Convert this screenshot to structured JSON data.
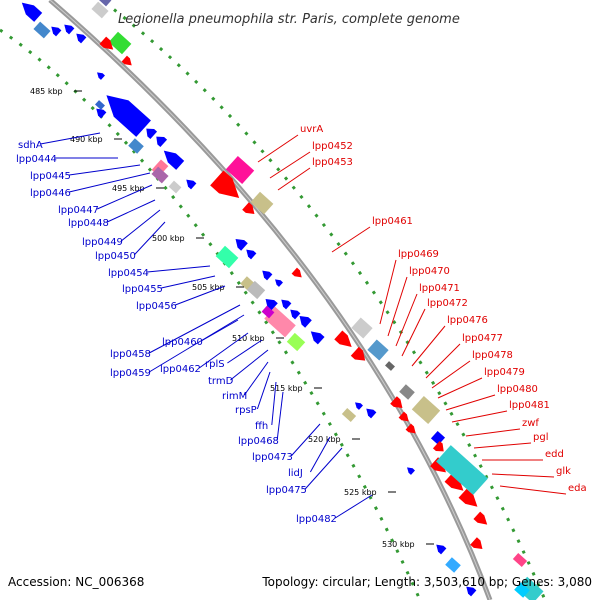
{
  "header": {
    "title": "Legionella pneumophila str. Paris, complete genome"
  },
  "footer": {
    "accession": "Accession: NC_006368",
    "summary": "Topology: circular; Length: 3,503,610 bp; Genes: 3,080"
  },
  "colors": {
    "left_strand_label": "#0000cc",
    "right_strand_label": "#e00000",
    "backbone": "#9a9a9a",
    "tick": "#339933"
  },
  "scale_ticks": [
    "485 kbp",
    "490 kbp",
    "495 kbp",
    "500 kbp",
    "505 kbp",
    "510 kbp",
    "515 kbp",
    "520 kbp",
    "525 kbp",
    "530 kbp"
  ],
  "left_labels": [
    "sdhA",
    "lpp0444",
    "lpp0445",
    "lpp0446",
    "lpp0447",
    "lpp0448",
    "lpp0449",
    "lpp0450",
    "lpp0454",
    "lpp0455",
    "lpp0456",
    "lpp0458",
    "lpp0459",
    "lpp0460",
    "lpp0462",
    "rplS",
    "trmD",
    "rimM",
    "rpsP",
    "ffh",
    "lpp0468",
    "lpp0473",
    "lidJ",
    "lpp0475",
    "lpp0482"
  ],
  "right_labels": [
    "uvrA",
    "lpp0452",
    "lpp0453",
    "lpp0461",
    "lpp0469",
    "lpp0470",
    "lpp0471",
    "lpp0472",
    "lpp0476",
    "lpp0477",
    "lpp0478",
    "lpp0479",
    "lpp0480",
    "lpp0481",
    "zwf",
    "pgl",
    "edd",
    "glk",
    "eda"
  ]
}
